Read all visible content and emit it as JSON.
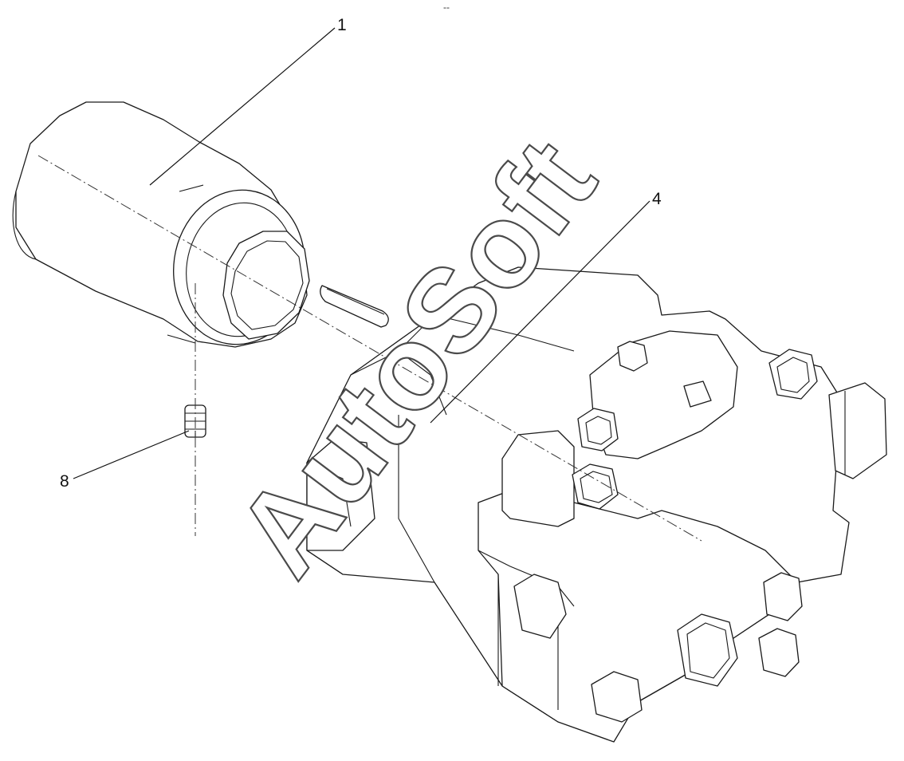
{
  "diagram": {
    "callouts": [
      {
        "id": "1",
        "label": "1"
      },
      {
        "id": "4",
        "label": "4"
      },
      {
        "id": "8",
        "label": "8"
      }
    ],
    "top_mark": "--",
    "watermark": "AutoSoft"
  },
  "colors": {
    "line": "#1a1a1a",
    "background": "#ffffff",
    "watermark_outline": "#4a4a4a"
  }
}
